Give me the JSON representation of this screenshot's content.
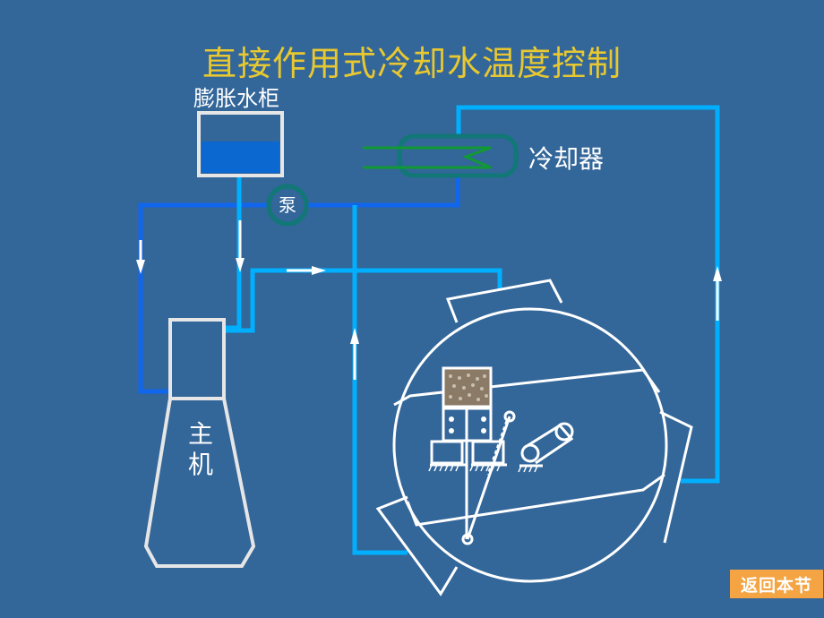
{
  "title": "直接作用式冷却水温度控制",
  "labels": {
    "expansion_tank": "膨胀水柜",
    "cooler": "冷却器",
    "pump": "泵",
    "main_engine": "主\n机"
  },
  "buttons": {
    "back_to_section": "返回本节"
  },
  "colors": {
    "background": "#336699",
    "title": "#e8c830",
    "hot_pipe": "#00b0ff",
    "cold_pipe": "#1166ee",
    "cooler_shell": "#117777",
    "cooler_coil": "#119933",
    "button": "#f4a442"
  }
}
